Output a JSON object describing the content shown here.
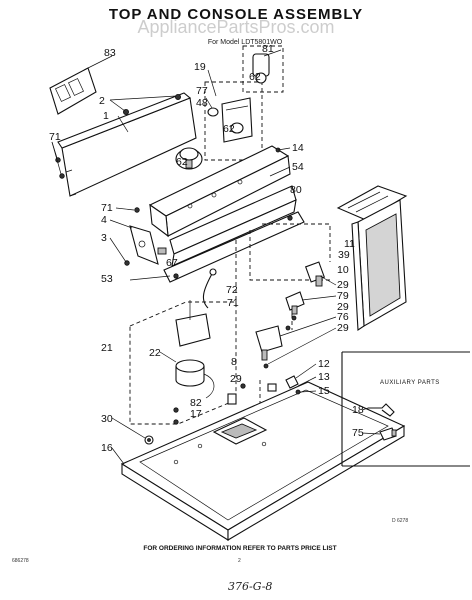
{
  "diagram": {
    "title": "TOP AND CONSOLE ASSEMBLY",
    "subtitle": "For Model LDT5801WO",
    "watermark": "AppliancePartsPros.com",
    "callouts": {
      "c83": "83",
      "c81": "81",
      "c19": "19",
      "c62a": "62",
      "c2": "2",
      "c77": "77",
      "c48": "48",
      "c62b": "62",
      "c1": "1",
      "c71a": "71",
      "c14": "14",
      "c62c": "62",
      "c54": "54",
      "c80": "80",
      "c71b": "71",
      "c4": "4",
      "c3": "3",
      "c67": "67",
      "c11": "11",
      "c39": "39",
      "c10": "10",
      "c53": "53",
      "c72": "72",
      "c29a": "29",
      "c79": "79",
      "c29b": "29",
      "c71c": "71",
      "c76": "76",
      "c29c": "29",
      "c21": "21",
      "c22": "22",
      "c8": "8",
      "c12": "12",
      "c29d": "29",
      "c13": "13",
      "c82": "82",
      "c15": "15",
      "c17": "17",
      "c30": "30",
      "c16": "16",
      "c18": "18",
      "c75": "75"
    },
    "auxiliary_label": "AUXILIARY PARTS",
    "drawing_code": "D 6278",
    "footer_note": "FOR ORDERING INFORMATION REFER TO PARTS PRICE LIST",
    "page_code": "686278",
    "page_number": "2",
    "handwritten_note": "376-G-8"
  }
}
